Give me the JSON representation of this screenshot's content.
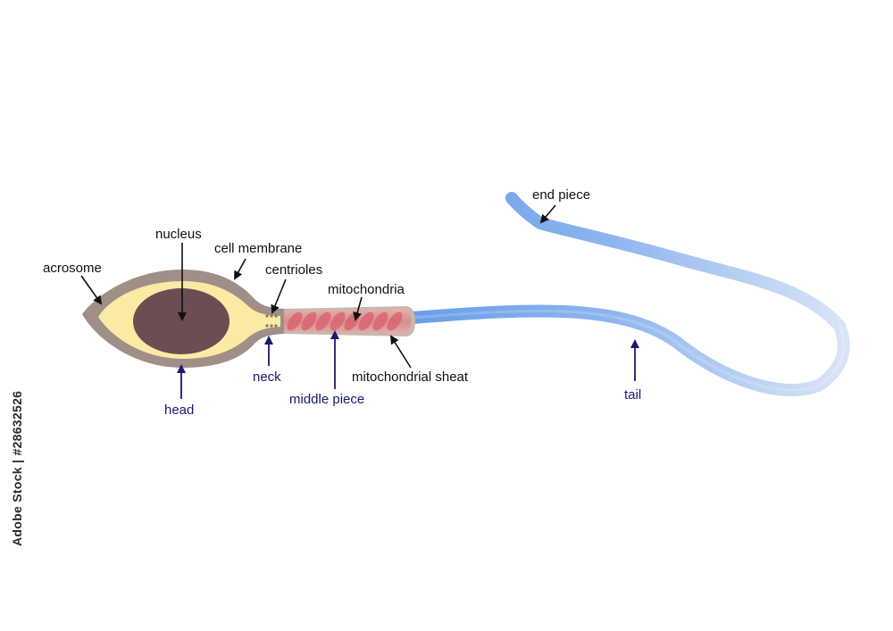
{
  "labels": {
    "nucleus": "nucleus",
    "cell_membrane": "cell membrane",
    "acrosome": "acrosome",
    "centrioles": "centrioles",
    "mitochondria": "mitochondria",
    "mitochondrial_sheat": "mitochondrial sheat",
    "end_piece": "end piece",
    "head": "head",
    "neck": "neck",
    "middle_piece": "middle piece",
    "tail": "tail"
  },
  "watermark": "Adobe Stock | #28632526",
  "colors": {
    "head_outer": "#a08f86",
    "acrosome": "#fbeaa3",
    "nucleus": "#6b4d52",
    "mitochondria": "#d95f69",
    "tail": "#6a9ee8",
    "tail_end": "#dbe5f7",
    "region_label": "#1a1a6e",
    "part_label": "#111111"
  }
}
